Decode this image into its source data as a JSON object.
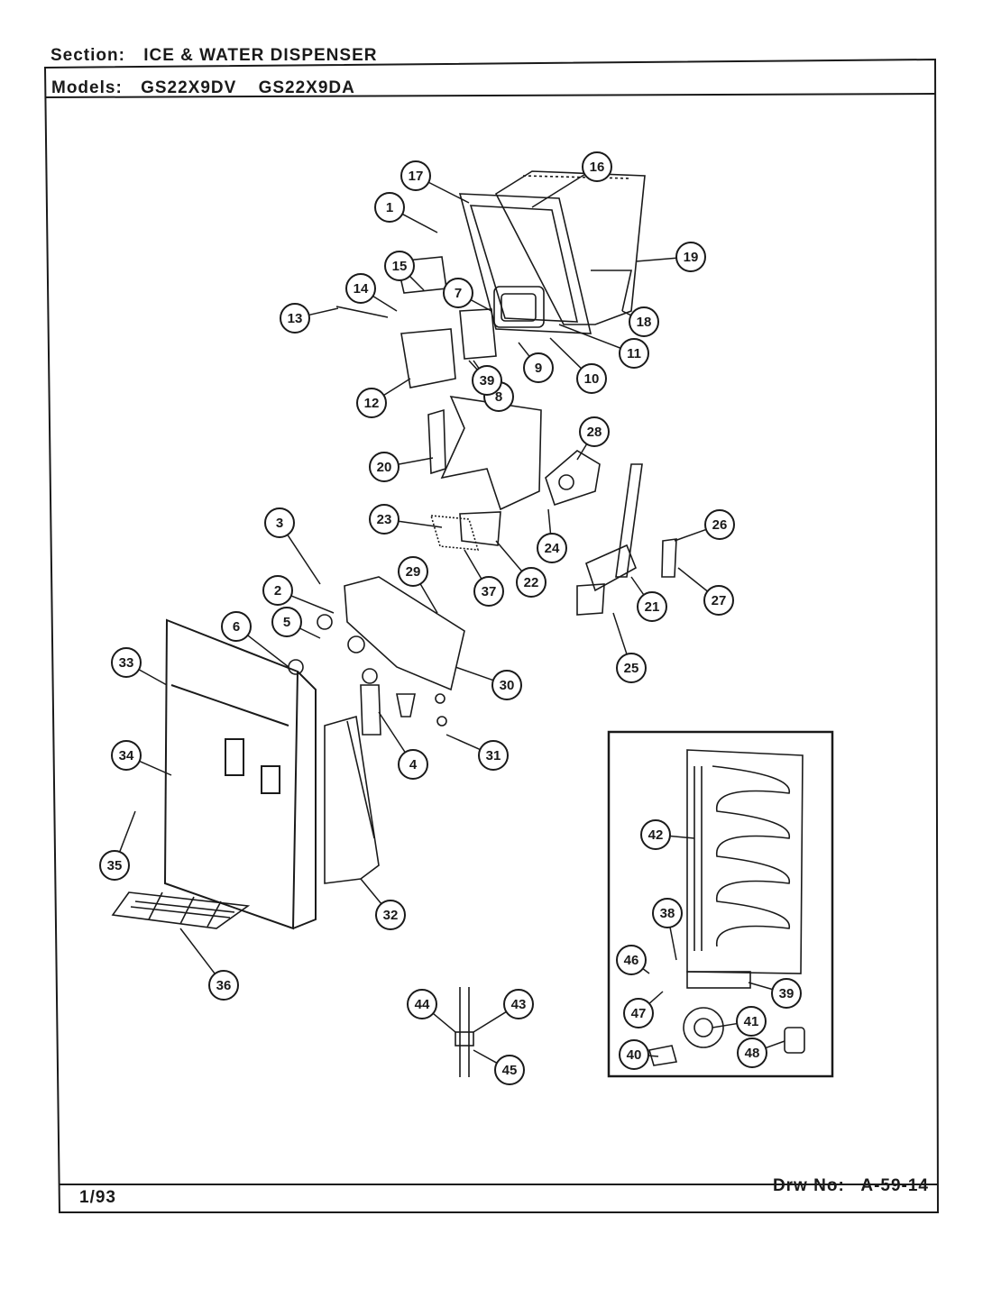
{
  "header": {
    "section_label": "Section:",
    "section_value": "ICE & WATER DISPENSER",
    "models_label": "Models:",
    "models": [
      "GS22X9DV",
      "GS22X9DA"
    ]
  },
  "footer": {
    "date_code": "1/93",
    "drawing_label": "Drw No:",
    "drawing_number": "A-59-14"
  },
  "callouts": [
    "1",
    "2",
    "3",
    "4",
    "5",
    "6",
    "7",
    "8",
    "9",
    "10",
    "11",
    "12",
    "13",
    "14",
    "15",
    "16",
    "17",
    "18",
    "19",
    "20",
    "21",
    "22",
    "23",
    "24",
    "25",
    "26",
    "27",
    "28",
    "29",
    "30",
    "31",
    "32",
    "33",
    "34",
    "35",
    "36",
    "37",
    "38",
    "39",
    "39",
    "40",
    "41",
    "42",
    "43",
    "44",
    "45",
    "46",
    "47",
    "48"
  ],
  "colors": {
    "ink": "#1a1a1a",
    "paper": "#ffffff"
  }
}
